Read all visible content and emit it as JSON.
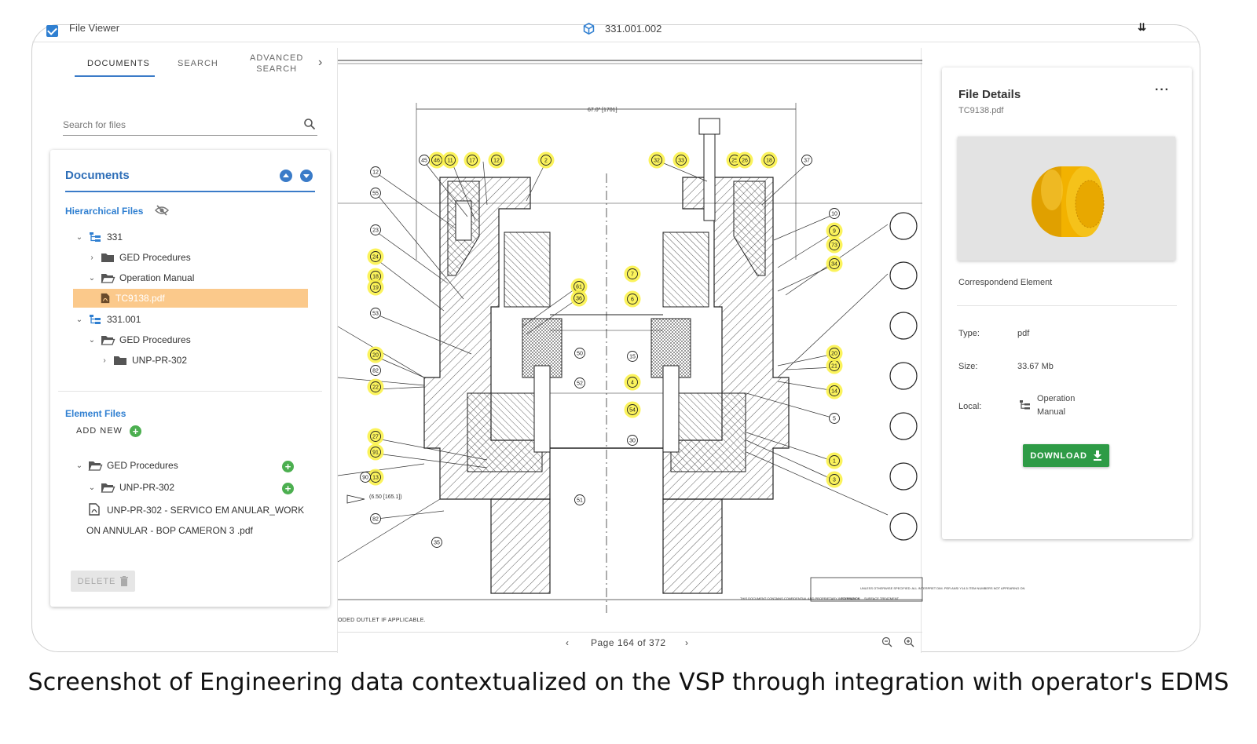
{
  "window": {
    "app_title": "File Viewer",
    "document_id": "331.001.002",
    "collapse_icon": "collapse-icon"
  },
  "tabs": [
    {
      "label": "DOCUMENTS",
      "active": true
    },
    {
      "label": "SEARCH",
      "active": false
    },
    {
      "label": "ADVANCED\nSEARCH",
      "active": false
    }
  ],
  "search": {
    "placeholder": "Search for files"
  },
  "documents": {
    "title": "Documents",
    "hierarchical_label": "Hierarchical Files",
    "tree": [
      {
        "label": "331",
        "type": "hierarchy",
        "expanded": true
      },
      {
        "label": "GED Procedures",
        "type": "folder",
        "expanded": false
      },
      {
        "label": "Operation Manual",
        "type": "folder",
        "expanded": true
      },
      {
        "label": "TC9138.pdf",
        "type": "pdf",
        "selected": true
      },
      {
        "label": "331.001",
        "type": "hierarchy",
        "expanded": true
      },
      {
        "label": "GED Procedures",
        "type": "folder",
        "expanded": true
      },
      {
        "label": "UNP-PR-302",
        "type": "folder",
        "expanded": false
      }
    ],
    "element_files_label": "Element Files",
    "add_new_label": "ADD NEW",
    "element_tree": [
      {
        "label": "GED Procedures",
        "type": "folder"
      },
      {
        "label": "UNP-PR-302",
        "type": "folder"
      }
    ],
    "element_file": "UNP-PR-302 - SERVICO EM ANULAR_WORK ON ANNULAR - BOP CAMERON 3 .pdf",
    "delete_label": "DELETE"
  },
  "viewer": {
    "dimension_label": "67.0\" [1701]",
    "dimension_small": "(6.50 [165.1])",
    "note": "ODED OUTLET IF APPLICABLE.",
    "title_block_tolerance": "TOLERANCE",
    "title_block_treatment": "SURFACE TREATMENT",
    "title_block_note": "UNLESS OTHERWISE SPECIFIED: ALL INTERPRET DIM. PER ANSI Y14.5 ITEM NUMBERS NOT APPEARING ON",
    "title_block_confidential": "THIS DOCUMENT CONTAINS CONFIDENTIAL AND PROPRIETARY INFORMATION",
    "pager": {
      "label": "Page 164 of 372",
      "prev": "‹",
      "next": "›"
    },
    "balloons_highlighted": [
      "46",
      "11",
      "17",
      "12",
      "2",
      "32",
      "33",
      "25",
      "26",
      "18",
      "24",
      "18",
      "19",
      "61",
      "36",
      "7",
      "6",
      "9",
      "73",
      "34",
      "20",
      "22",
      "21",
      "4",
      "54",
      "27",
      "91",
      "13",
      "20",
      "14",
      "1",
      "3"
    ],
    "balloons_plain": [
      "45",
      "37",
      "12",
      "55",
      "23",
      "53",
      "10",
      "50",
      "15",
      "52",
      "82",
      "30",
      "5",
      "90",
      "51",
      "82",
      "35"
    ]
  },
  "details": {
    "title": "File Details",
    "filename": "TC9138.pdf",
    "correspondent_label": "Correspondend Element",
    "type_label": "Type:",
    "type_value": "pdf",
    "size_label": "Size:",
    "size_value": "33.67 Mb",
    "local_label": "Local:",
    "local_value": "Operation\nManual",
    "download_label": "DOWNLOAD",
    "preview_color": "#f2b200"
  },
  "caption": "Screenshot of Engineering data contextualized on the VSP through integration with operator's EDMS",
  "colors": {
    "accent": "#3a7bc8",
    "selected_row": "#fbc98b",
    "download": "#2e9b46",
    "add": "#4caf50",
    "highlight": "#fbf24a"
  }
}
